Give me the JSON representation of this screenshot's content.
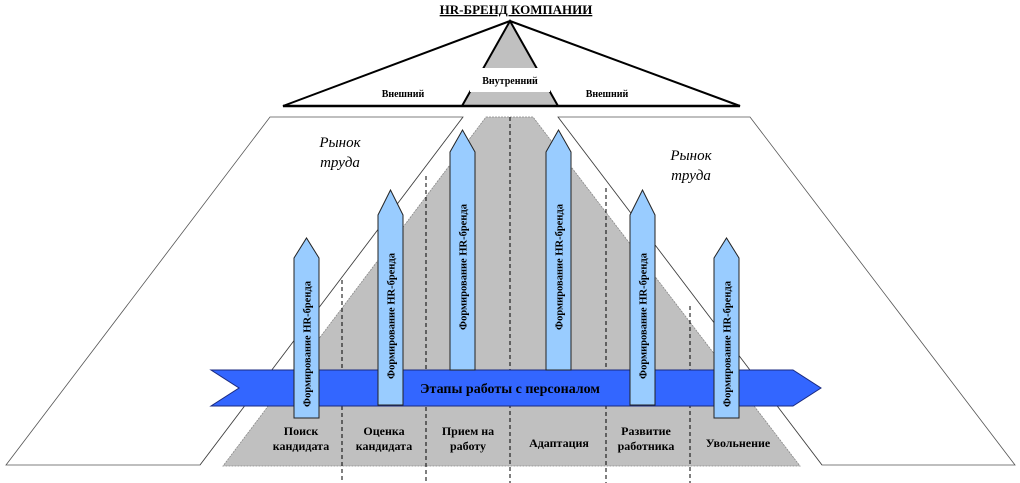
{
  "title": "HR-БРЕНД КОМПАНИИ",
  "brand_triangle": {
    "outer_left_label": "Внешний",
    "inner_label": "Внутренний",
    "outer_right_label": "Внешний"
  },
  "labor_market": {
    "left": [
      "Рынок",
      "труда"
    ],
    "right": [
      "Рынок",
      "труда"
    ]
  },
  "banner": {
    "label": "Этапы работы с персоналом",
    "color": "#3366FF"
  },
  "arrows": {
    "label": "Формирование HR-бренда",
    "color": "#99CCFF",
    "count": 6
  },
  "stages": [
    [
      "Поиск",
      "кандидата"
    ],
    [
      "Оценка",
      "кандидата"
    ],
    [
      "Прием на",
      "работу"
    ],
    [
      "Адаптация"
    ],
    [
      "Развитие",
      "работника"
    ],
    [
      "Увольнение"
    ]
  ],
  "colors": {
    "grey_fill": "#C0C0C0",
    "outline": "#000000"
  }
}
